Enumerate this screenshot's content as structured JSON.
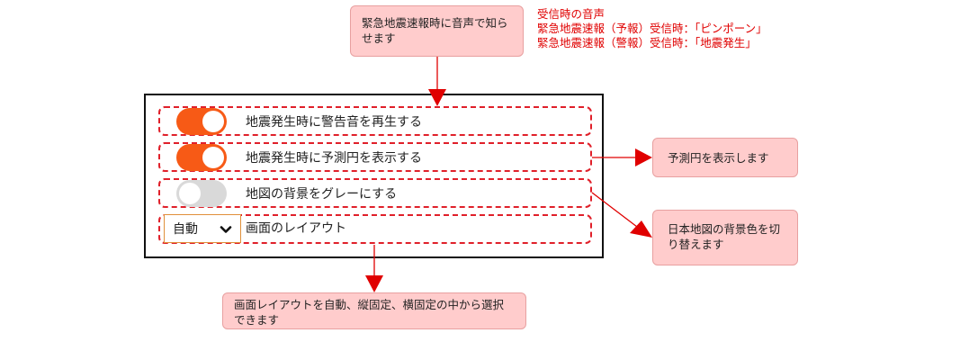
{
  "callouts": {
    "top": "緊急地震速報時に音声で知らせます",
    "right_circle": "予測円を表示します",
    "right_map": "日本地図の背景色を切り替えます",
    "bottom": "画面レイアウトを自動、縦固定、横固定の中から選択できます"
  },
  "note": {
    "line1": "受信時の音声",
    "line2": "緊急地震速報（予報）受信時：「ピンポーン」",
    "line3": "緊急地震速報（警報）受信時：「地震発生」"
  },
  "settings": {
    "items": [
      {
        "label": "地震発生時に警告音を再生する",
        "toggle": "on"
      },
      {
        "label": "地震発生時に予測円を表示する",
        "toggle": "on"
      },
      {
        "label": "地図の背景をグレーにする",
        "toggle": "off"
      }
    ],
    "layout": {
      "selected": "自動",
      "label": "画面のレイアウト"
    }
  },
  "colors": {
    "toggle_on": "#f75a16",
    "toggle_off": "#d9d9d9",
    "highlight_dash": "#e0202a",
    "callout_bg": "#ffcccc",
    "note_text": "#e00000"
  },
  "icons": {
    "select_arrow": "chevron-down-icon"
  }
}
